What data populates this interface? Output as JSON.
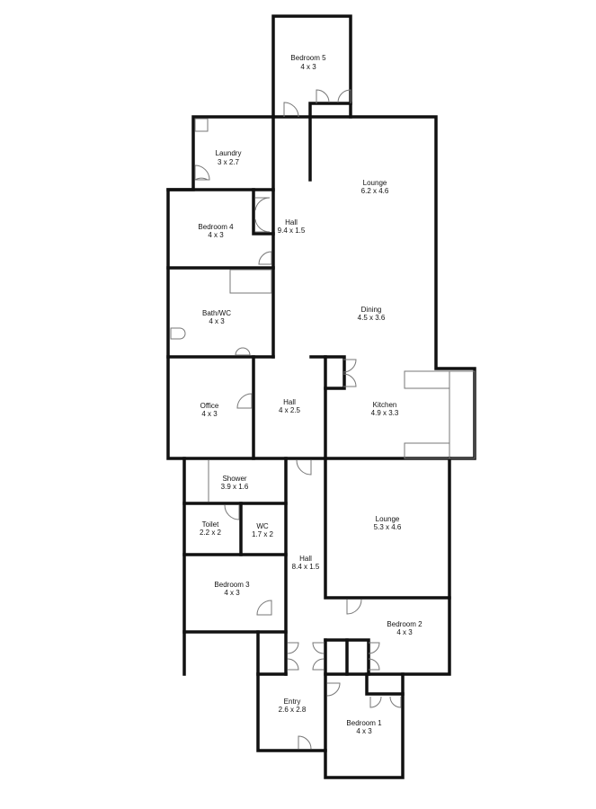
{
  "rooms": [
    {
      "name": "Bedroom 5",
      "size": "4 x 3"
    },
    {
      "name": "Laundry",
      "size": "3 x 2.7"
    },
    {
      "name": "Lounge",
      "size": "6.2 x 4.6"
    },
    {
      "name": "Bedroom 4",
      "size": "4 x 3"
    },
    {
      "name": "Hall",
      "size": "9.4 x 1.5"
    },
    {
      "name": "Bath/WC",
      "size": "4 x 3"
    },
    {
      "name": "Dining",
      "size": "4.5 x 3.6"
    },
    {
      "name": "Office",
      "size": "4 x 3"
    },
    {
      "name": "Hall",
      "size": "4 x 2.5"
    },
    {
      "name": "Kitchen",
      "size": "4.9 x 3.3"
    },
    {
      "name": "Shower",
      "size": "3.9 x 1.6"
    },
    {
      "name": "Toilet",
      "size": "2.2 x 2"
    },
    {
      "name": "WC",
      "size": "1.7 x 2"
    },
    {
      "name": "Lounge",
      "size": "5.3 x 4.6"
    },
    {
      "name": "Hall",
      "size": "8.4 x 1.5"
    },
    {
      "name": "Bedroom 3",
      "size": "4 x 3"
    },
    {
      "name": "Bedroom 2",
      "size": "4 x 3"
    },
    {
      "name": "Entry",
      "size": "2.6 x 2.8"
    },
    {
      "name": "Bedroom 1",
      "size": "4 x 3"
    }
  ]
}
